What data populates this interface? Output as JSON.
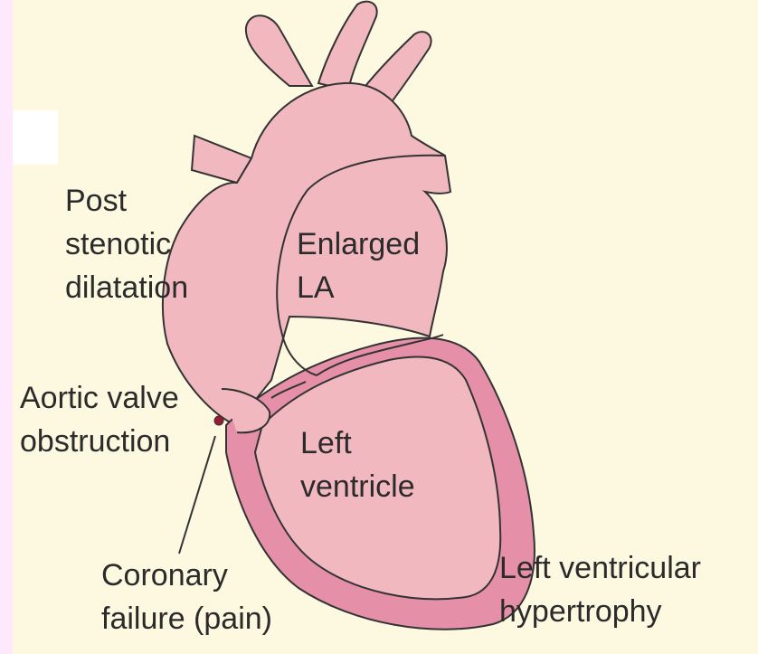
{
  "labels": {
    "post_stenotic": [
      "Post",
      "stenotic",
      "dilatation"
    ],
    "enlarged_la": [
      "Enlarged",
      "LA"
    ],
    "aortic_valve": [
      "Aortic valve",
      "obstruction"
    ],
    "left_ventricle": [
      "Left",
      "ventricle"
    ],
    "coronary": [
      "Coronary",
      "failure (pain)"
    ],
    "lvh": [
      "Left ventricular",
      "hypertrophy"
    ]
  },
  "colors": {
    "background": "#fdf8e0",
    "heart_fill": "#f2b8c0",
    "myocardium": "#e590a8",
    "outline": "#333333",
    "valve_dot": "#9c1b30"
  }
}
